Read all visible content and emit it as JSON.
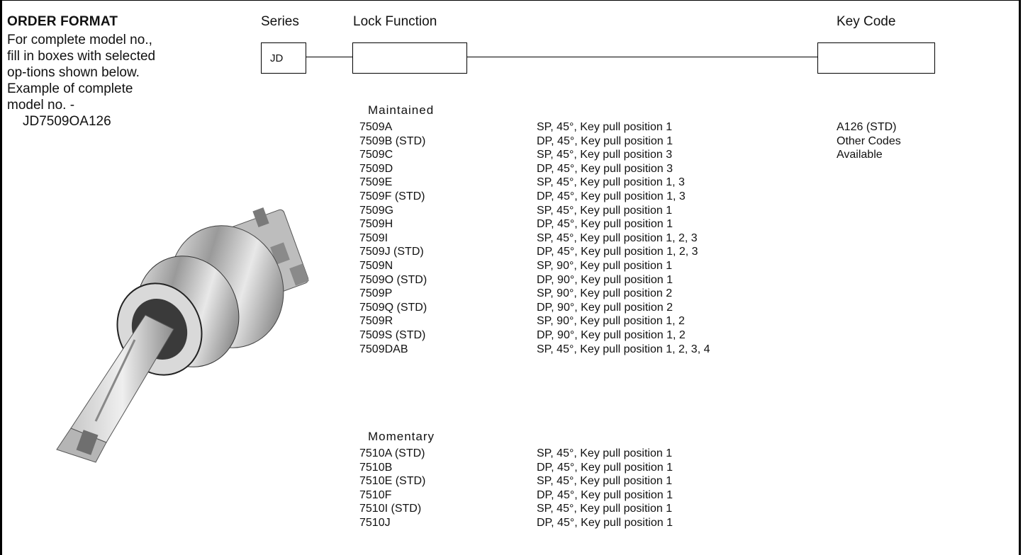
{
  "order_format": {
    "title": "ORDER FORMAT",
    "lines": [
      "For complete model no.,",
      "fill in  boxes with selected",
      "op-tions shown below.",
      "Example of complete",
      "model no. -",
      "JD7509OA126"
    ]
  },
  "headers": {
    "series": "Series",
    "lock_function": "Lock Function",
    "key_code": "Key Code"
  },
  "series_value": "JD",
  "maintained": {
    "label": "Maintained",
    "rows": [
      {
        "code": "7509A",
        "desc": "SP, 45°, Key pull position 1"
      },
      {
        "code": "7509B (STD)",
        "desc": "DP, 45°, Key pull position 1"
      },
      {
        "code": "7509C",
        "desc": "SP, 45°, Key pull position 3"
      },
      {
        "code": "7509D",
        "desc": "DP, 45°, Key pull position 3"
      },
      {
        "code": "7509E",
        "desc": "SP, 45°, Key pull position 1, 3"
      },
      {
        "code": "7509F (STD)",
        "desc": "DP, 45°, Key pull position 1, 3"
      },
      {
        "code": "7509G",
        "desc": "SP, 45°, Key pull position 1"
      },
      {
        "code": "7509H",
        "desc": "DP, 45°, Key pull position 1"
      },
      {
        "code": "7509I",
        "desc": "SP, 45°, Key pull position 1, 2, 3"
      },
      {
        "code": "7509J (STD)",
        "desc": "DP, 45°, Key pull position 1, 2, 3"
      },
      {
        "code": "7509N",
        "desc": "SP, 90°, Key pull position 1"
      },
      {
        "code": "7509O (STD)",
        "desc": "DP, 90°, Key pull position 1"
      },
      {
        "code": "7509P",
        "desc": "SP, 90°, Key pull position 2"
      },
      {
        "code": "7509Q (STD)",
        "desc": "DP, 90°, Key pull position 2"
      },
      {
        "code": "7509R",
        "desc": "SP, 90°, Key pull position 1, 2"
      },
      {
        "code": "7509S (STD)",
        "desc": "DP, 90°, Key pull position 1, 2"
      },
      {
        "code": "7509DAB",
        "desc": "SP, 45°, Key pull position 1, 2, 3, 4"
      }
    ]
  },
  "momentary": {
    "label": "Momentary",
    "rows": [
      {
        "code": "7510A (STD)",
        "desc": "SP, 45°, Key pull position 1"
      },
      {
        "code": "7510B",
        "desc": "DP, 45°, Key pull position 1"
      },
      {
        "code": "7510E (STD)",
        "desc": "SP, 45°, Key pull position 1"
      },
      {
        "code": "7510F",
        "desc": "DP, 45°, Key pull position 1"
      },
      {
        "code": "7510I (STD)",
        "desc": "SP, 45°, Key pull position 1"
      },
      {
        "code": "7510J",
        "desc": "DP, 45°, Key pull position 1"
      }
    ]
  },
  "key_codes": [
    "A126 (STD)",
    "Other Codes",
    "Available"
  ]
}
